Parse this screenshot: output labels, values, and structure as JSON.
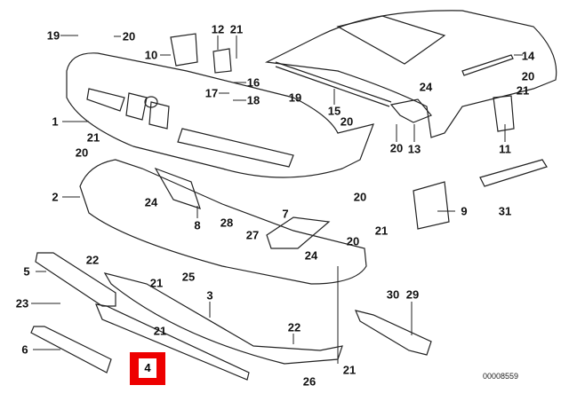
{
  "diagram": {
    "reference_number": "00008559",
    "highlighted_part": "4",
    "highlight_color": "#ee0000",
    "labels": [
      "19",
      "20",
      "10",
      "12",
      "21",
      "16",
      "17",
      "18",
      "1",
      "21",
      "20",
      "2",
      "24",
      "8",
      "28",
      "27",
      "7",
      "20",
      "21",
      "20",
      "24",
      "9",
      "31",
      "5",
      "22",
      "21",
      "25",
      "3",
      "30",
      "29",
      "23",
      "21",
      "6",
      "22",
      "21",
      "26",
      "19",
      "15",
      "20",
      "24",
      "14",
      "20",
      "21",
      "13",
      "20",
      "11"
    ]
  }
}
